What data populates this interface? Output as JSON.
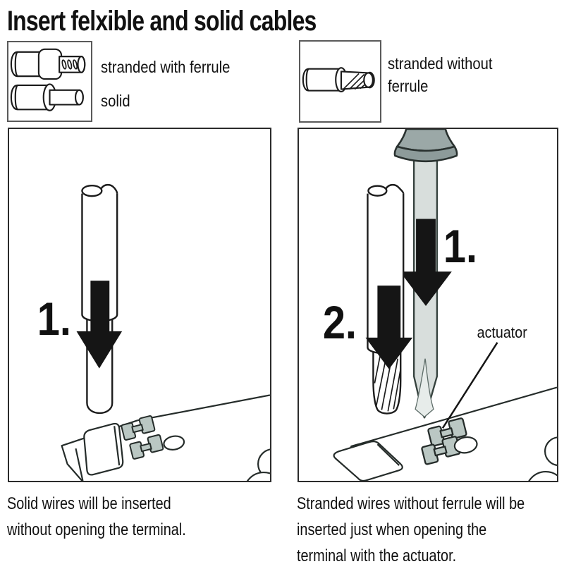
{
  "title": "Insert felxible and solid cables",
  "legend": {
    "left_box": {
      "items": [
        {
          "icon": "stranded-with-ferrule-wire-icon",
          "label": "stranded with ferrule"
        },
        {
          "icon": "solid-wire-icon",
          "label": "solid"
        }
      ]
    },
    "right_box": {
      "items": [
        {
          "icon": "stranded-without-ferrule-wire-icon",
          "label_lines": [
            "stranded without",
            "ferrule"
          ]
        }
      ]
    }
  },
  "left_panel": {
    "step_label": "1.",
    "caption_lines": [
      "Solid wires will be inserted",
      "without opening the terminal."
    ]
  },
  "right_panel": {
    "step1_label": "1.",
    "step2_label": "2.",
    "actuator_label": "actuator",
    "caption_lines": [
      "Stranded wires without ferrule will be",
      "inserted just when opening the",
      "terminal with the actuator."
    ]
  },
  "colors": {
    "arrow_black": "#151515",
    "wire_outline": "#1c1c1c",
    "device_outline": "#252c2a",
    "screwdriver_handle": "#9ba8a7",
    "screwdriver_band": "#8d9b9a",
    "screwdriver_shaft": "#d8dedc",
    "blade_highlight": "#e7ecea",
    "clamp_fill": "#bac7c3",
    "panel_border": "#2b2b2b",
    "legend_border": "#5a5a5a",
    "text": "#111111"
  }
}
